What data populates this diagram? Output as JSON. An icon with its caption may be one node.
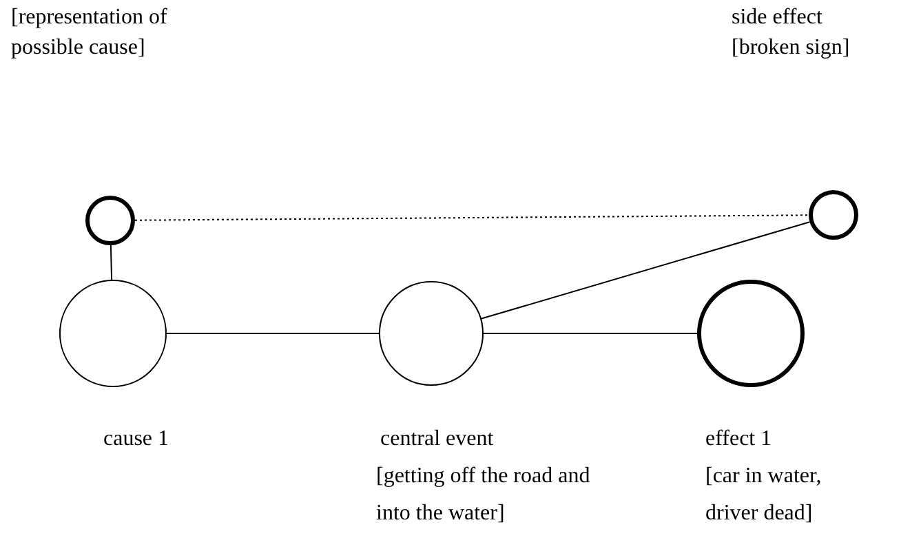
{
  "diagram": {
    "nodes": [
      {
        "text": [],
        "shape": "circle"
      },
      {
        "text": [],
        "shape": "circle",
        "beside": [
          "side effect",
          "[broken sign]"
        ]
      },
      {
        "text": [],
        "shape": "circle",
        "beside": [
          "cause 1"
        ]
      },
      {
        "text": [],
        "shape": "circle",
        "beside": [
          "central event",
          "[getting off the road and into the water]"
        ]
      },
      {
        "text": [],
        "shape": "circle",
        "beside": [
          "effect 1",
          "[car in water, driver dead]"
        ]
      }
    ],
    "edges": [
      {
        "from": 0,
        "to": 1,
        "arrow": "none",
        "style": "dashed"
      },
      {
        "from": 0,
        "to": 2,
        "arrow": "none"
      },
      {
        "from": 2,
        "to": 3,
        "arrow": "none"
      },
      {
        "from": 3,
        "to": 1,
        "arrow": "none"
      },
      {
        "from": 3,
        "to": 4,
        "arrow": "none"
      }
    ],
    "labels": [
      "[representation of possible cause]"
    ]
  }
}
